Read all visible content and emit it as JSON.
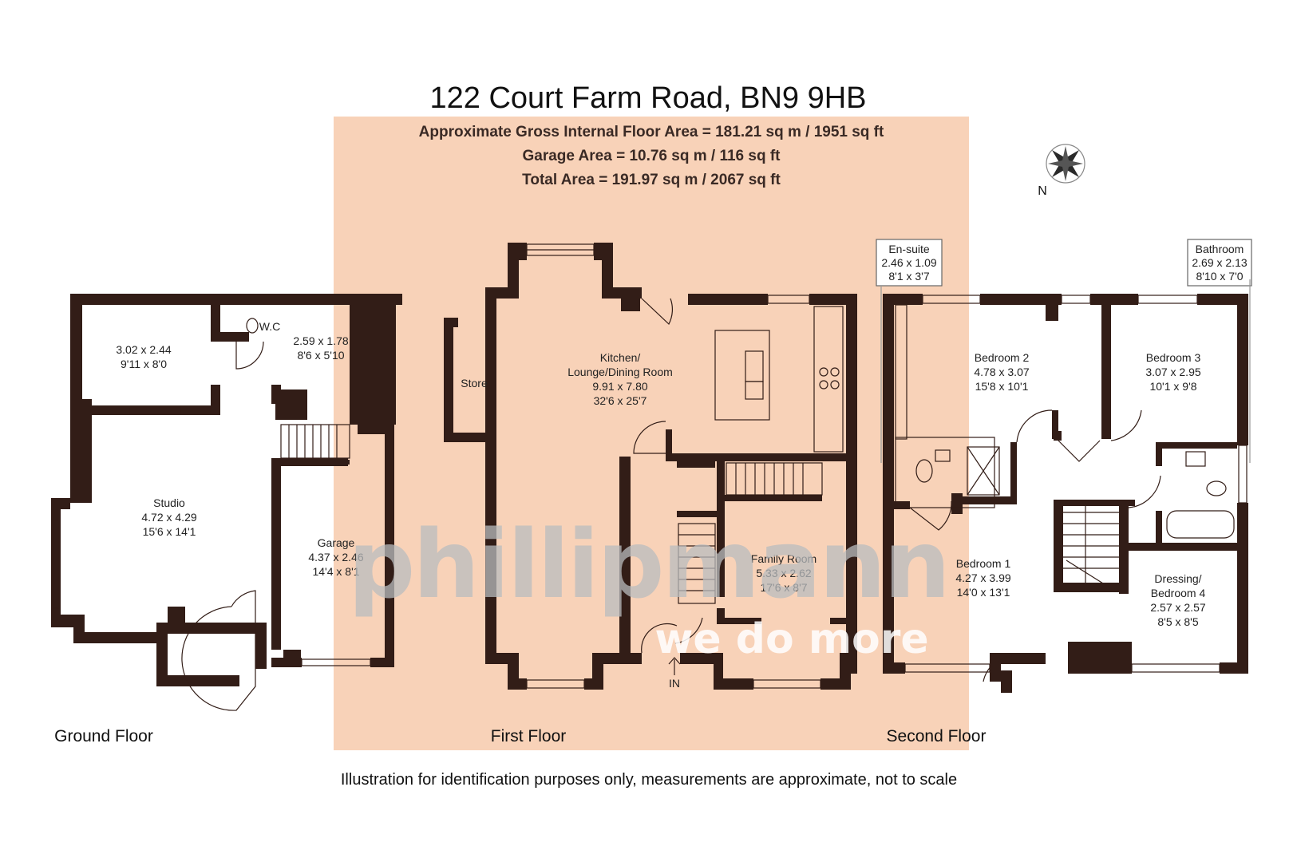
{
  "title": "122 Court Farm Road, BN9 9HB",
  "areas": {
    "gross_internal": "Approximate Gross Internal Floor Area = 181.21 sq m / 1951 sq ft",
    "garage": "Garage Area = 10.76 sq m / 116 sq ft",
    "total": "Total Area = 191.97 sq m / 2067 sq ft"
  },
  "compass": {
    "label": "N",
    "icon": "compass-rose-icon"
  },
  "floor_labels": {
    "ground": "Ground Floor",
    "first": "First Floor",
    "second": "Second Floor"
  },
  "watermark": {
    "brand": "phillipmann",
    "tagline": "we do more"
  },
  "disclaimer": "Illustration for identification purposes only, measurements are approximate, not to scale",
  "colors": {
    "wall": "#321d17",
    "highlight": "#f8d2b8",
    "watermark": "#b9bcbf"
  },
  "rooms": {
    "room_302": {
      "dims_m": "3.02 x 2.44",
      "dims_ft": "9'11 x 8'0"
    },
    "wc": {
      "name": "W.C"
    },
    "room_259": {
      "dims_m": "2.59 x 1.78",
      "dims_ft": "8'6 x 5'10"
    },
    "studio": {
      "name": "Studio",
      "dims_m": "4.72 x 4.29",
      "dims_ft": "15'6 x 14'1"
    },
    "garage": {
      "name": "Garage",
      "dims_m": "4.37 x 2.46",
      "dims_ft": "14'4 x 8'1"
    },
    "store": {
      "name": "Store"
    },
    "kitchen": {
      "name1": "Kitchen/",
      "name2": "Lounge/Dining Room",
      "dims_m": "9.91 x 7.80",
      "dims_ft": "32'6 x 25'7"
    },
    "family": {
      "name": "Family Room",
      "dims_m": "5.33 x 2.62",
      "dims_ft": "17'6 x 8'7"
    },
    "entrance": {
      "label": "IN"
    },
    "ensuite": {
      "name": "En-suite",
      "dims_m": "2.46 x 1.09",
      "dims_ft": "8'1 x 3'7"
    },
    "bathroom": {
      "name": "Bathroom",
      "dims_m": "2.69 x 2.13",
      "dims_ft": "8'10 x 7'0"
    },
    "bedroom2": {
      "name": "Bedroom 2",
      "dims_m": "4.78 x 3.07",
      "dims_ft": "15'8 x 10'1"
    },
    "bedroom3": {
      "name": "Bedroom 3",
      "dims_m": "3.07 x 2.95",
      "dims_ft": "10'1 x 9'8"
    },
    "bedroom1": {
      "name": "Bedroom 1",
      "dims_m": "4.27 x 3.99",
      "dims_ft": "14'0 x 13'1"
    },
    "dressing": {
      "name1": "Dressing/",
      "name2": "Bedroom 4",
      "dims_m": "2.57 x 2.57",
      "dims_ft": "8'5 x 8'5"
    }
  }
}
